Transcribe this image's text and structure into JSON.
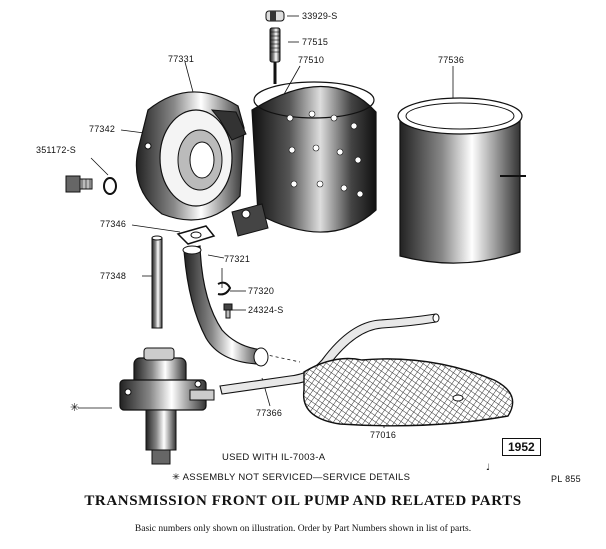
{
  "parts": {
    "p33929s": "33929-S",
    "p77515": "77515",
    "p77510": "77510",
    "p77331": "77331",
    "p77536": "77536",
    "p77342": "77342",
    "p351172s": "351172-S",
    "p77346": "77346",
    "p77321": "77321",
    "p77348": "77348",
    "p77320": "77320",
    "p24324s": "24324-S",
    "p77366": "77366",
    "p77016": "77016"
  },
  "notes": {
    "used_with": "USED WITH IL-7003-A",
    "assembly": "✳ ASSEMBLY NOT SERVICED—SERVICE DETAILS"
  },
  "year": "1952",
  "plate": "PL 855",
  "title": "TRANSMISSION FRONT OIL PUMP AND RELATED PARTS",
  "subtitle": "Basic numbers only shown on illustration.   Order by Part Numbers shown in list of parts."
}
